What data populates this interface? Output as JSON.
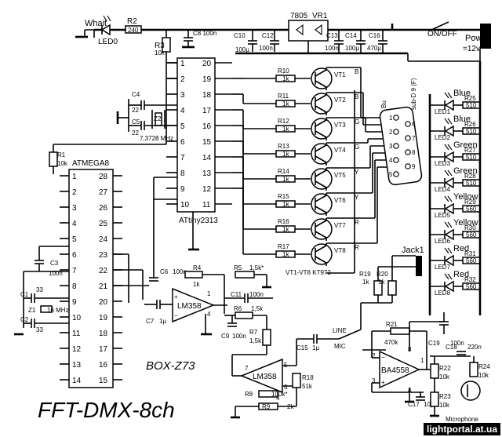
{
  "title": "FFT-DMX-8ch",
  "board": "BOX-Z73",
  "watermark": "lightportal.at.ua",
  "power": {
    "label": "Power",
    "voltage": "=12v",
    "switch": "ON/OFF",
    "regulator": "7805",
    "regulator_ref": "VR1"
  },
  "led0": {
    "color": "Whait",
    "ref": "LED0",
    "resistor_ref": "R2",
    "resistor_val": "240"
  },
  "caps_top": [
    {
      "ref": "C8",
      "val": "100n"
    },
    {
      "ref": "C10",
      "val": "100µ"
    },
    {
      "ref": "C12",
      "val": "100n"
    },
    {
      "ref": "C13",
      "val": "100n"
    },
    {
      "ref": "C14",
      "val": "100µ"
    },
    {
      "ref": "C16",
      "val": "470µ"
    }
  ],
  "attiny": {
    "name": "ATtiny2313",
    "pins_left": [
      "1",
      "2",
      "3",
      "4",
      "5",
      "6",
      "7",
      "8",
      "9",
      "10"
    ],
    "pins_right": [
      "20",
      "19",
      "18",
      "17",
      "16",
      "15",
      "14",
      "13",
      "12",
      "11"
    ]
  },
  "atmega": {
    "name": "ATMEGA8",
    "pins_left": [
      "1",
      "2",
      "3",
      "4",
      "5",
      "6",
      "7",
      "8",
      "9",
      "10",
      "11",
      "12",
      "13",
      "14"
    ],
    "pins_right": [
      "28",
      "27",
      "26",
      "25",
      "24",
      "23",
      "22",
      "21",
      "20",
      "19",
      "18",
      "17",
      "16",
      "15"
    ]
  },
  "crystal_attiny": {
    "ref": "Z2",
    "freq": "7,3728 MHz",
    "c1_ref": "C4",
    "c1_val": "22",
    "c2_ref": "C5",
    "c2_val": "22"
  },
  "crystal_atmega": {
    "ref": "Z1",
    "freq": "16 MHz",
    "c1_ref": "C1",
    "c1_val": "33",
    "c2_ref": "C2",
    "c2_val": "33"
  },
  "misc_refs": {
    "r1": "R1",
    "r1_val": "10k",
    "r3": "R3",
    "r3_val": "10k",
    "c3": "C3",
    "c3_val": "100n",
    "c6": "C6",
    "c6_val": "100n",
    "c7": "C7",
    "c7_val": "1µ",
    "r4": "R4",
    "r4_val": "1k",
    "r5": "R5",
    "r5_val": "1,5k*",
    "c11": "C11",
    "c11_val": "100n",
    "r6": "R6",
    "r6_val": "1,5k",
    "c9": "C9",
    "c9_val": "100n",
    "r7": "R7",
    "r7_val": "1,5k",
    "r8": "R8",
    "r8_val": "100k*",
    "r9": "R9",
    "r9_val": "2k",
    "r18": "R18",
    "r18_val": "51k",
    "c15": "C15",
    "c15_val": "1µ",
    "r19": "R19",
    "r19_val": "1k",
    "r20": "R20",
    "r20_val": "1k",
    "r21": "R21",
    "r21_val": "470k",
    "c17": "C17",
    "c17_val": "10µ",
    "c18": "C18",
    "c18_val": "220n",
    "c19": "C19",
    "c19_val": "100n",
    "r22": "R22",
    "r22_val": "10k",
    "r23": "R23",
    "r23_val": "10k",
    "r24": "R24",
    "r24_val": "10k"
  },
  "opamps": [
    {
      "name": "LM358"
    },
    {
      "name": "LM358"
    },
    {
      "name": "BA4558"
    }
  ],
  "jack": "Jack1",
  "line": "LINE",
  "mic": "MIC",
  "microphone": "Microphone",
  "transistors_label": "VT1-VT8 KT972",
  "transistors": [
    {
      "ref": "VT1",
      "rb": "R10",
      "rb_val": "1k",
      "color": "B"
    },
    {
      "ref": "VT2",
      "rb": "R11",
      "rb_val": "1k",
      "color": "B"
    },
    {
      "ref": "VT3",
      "rb": "R12",
      "rb_val": "1k",
      "color": "G"
    },
    {
      "ref": "VT4",
      "rb": "R13",
      "rb_val": "1k",
      "color": "G"
    },
    {
      "ref": "VT5",
      "rb": "R14",
      "rb_val": "1k",
      "color": "Y"
    },
    {
      "ref": "VT6",
      "rb": "R15",
      "rb_val": "1k",
      "color": "Y"
    },
    {
      "ref": "VT7",
      "rb": "R16",
      "rb_val": "1k",
      "color": "R"
    },
    {
      "ref": "VT8",
      "rb": "R17",
      "rb_val": "1k",
      "color": "R"
    }
  ],
  "connector": {
    "name": "sub-D 9 (F)",
    "side": "Bu",
    "pins": [
      "1",
      "2",
      "3",
      "4",
      "5",
      "6",
      "7",
      "8",
      "9"
    ]
  },
  "leds": [
    {
      "color": "Blue",
      "ref": "LED1",
      "r": "R25",
      "rv": "510"
    },
    {
      "color": "Blue",
      "ref": "LED2",
      "r": "R26",
      "rv": "510"
    },
    {
      "color": "Green",
      "ref": "LED3",
      "r": "R27",
      "rv": "510"
    },
    {
      "color": "Green",
      "ref": "LED4",
      "r": "R28",
      "rv": "510"
    },
    {
      "color": "Yellow",
      "ref": "LED5",
      "r": "R29",
      "rv": "560"
    },
    {
      "color": "Yellow",
      "ref": "LED6",
      "r": "R30",
      "rv": "560"
    },
    {
      "color": "Red",
      "ref": "LED7",
      "r": "R31",
      "rv": "560"
    },
    {
      "color": "Red",
      "ref": "LED8",
      "r": "R32",
      "rv": "560"
    }
  ]
}
